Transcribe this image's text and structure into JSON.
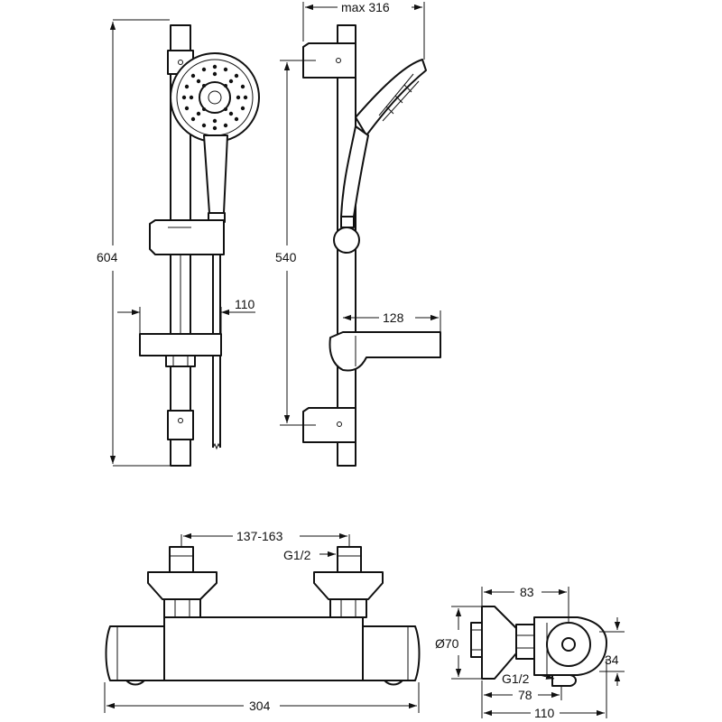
{
  "dimensions": {
    "max_width_side": "max 316",
    "total_height_front": "604",
    "rail_height_side": "540",
    "soap_dish_front": "110",
    "soap_dish_side": "128",
    "inlet_spacing": "137-163",
    "inlet_thread_top": "G1/2",
    "valve_length": "304",
    "connector_depth": "83",
    "connector_diameter": "Ø70",
    "outlet_thread": "G1/2",
    "outlet_offset": "78",
    "valve_depth": "110",
    "valve_height": "34"
  }
}
